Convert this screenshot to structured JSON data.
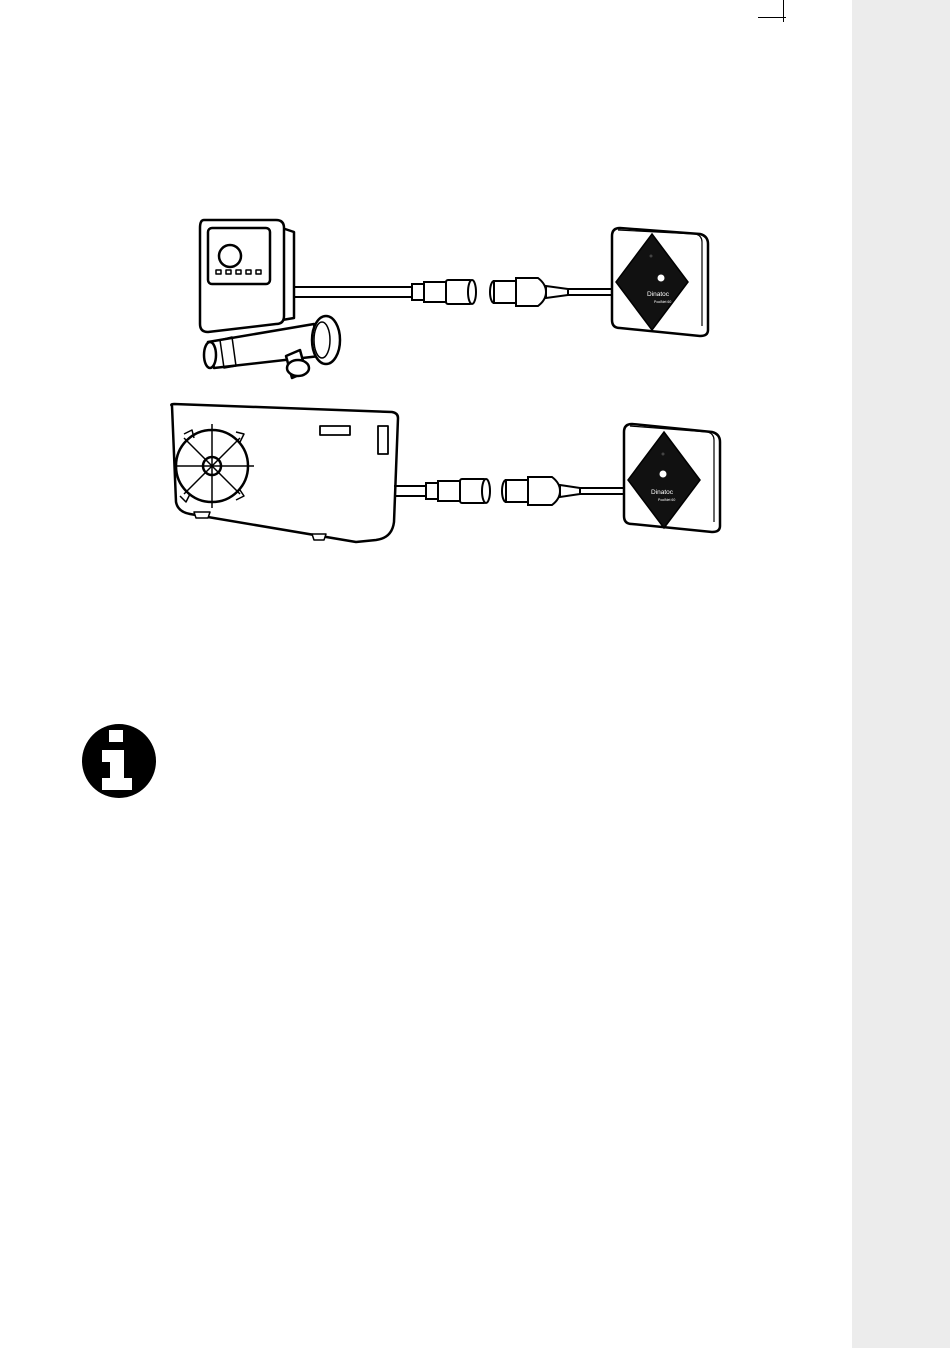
{
  "document": {
    "page_bg": "#ffffff",
    "side_strip_color": "#ececec",
    "illustrations": [
      {
        "name": "pool-pump-to-module",
        "device_brand": "Dinatoc",
        "device_model": "PoolNet 60"
      },
      {
        "name": "heat-pump-to-module",
        "device_brand": "Dinatoc",
        "device_model": "PoolNet 60"
      }
    ],
    "info_icon": "info-icon"
  }
}
